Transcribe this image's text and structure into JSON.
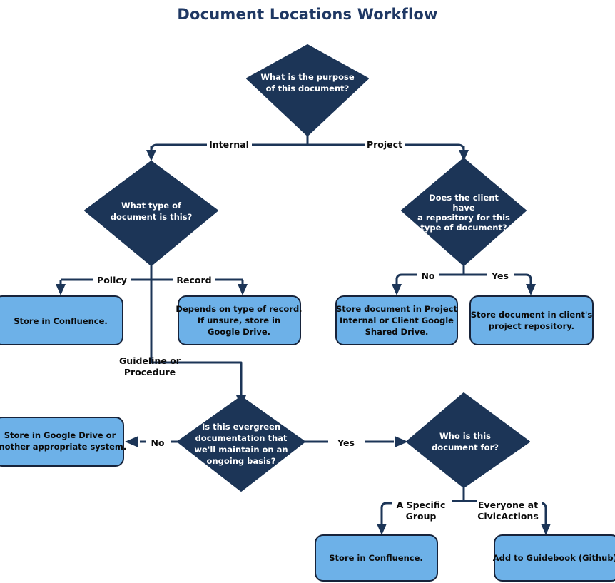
{
  "title": "Document Locations Workflow",
  "colors": {
    "decision_fill": "#1c3557",
    "decision_text": "#ffffff",
    "process_fill": "#6db1e8",
    "process_border": "#17233a",
    "process_text": "#0b0b0b",
    "edge": "#1c3557",
    "title_text": "#1f3864",
    "background": "#ffffff"
  },
  "nodes": {
    "purpose": {
      "type": "decision",
      "lines": [
        "What is the purpose",
        "of this document?"
      ]
    },
    "doc_type": {
      "type": "decision",
      "lines": [
        "What type of",
        "document is this?"
      ]
    },
    "client_repo": {
      "type": "decision",
      "lines": [
        "Does the client",
        "have",
        "a repository for this",
        "type of document?"
      ]
    },
    "store_confluence_policy": {
      "type": "process",
      "lines": [
        "Store in Confluence."
      ]
    },
    "depends_record": {
      "type": "process",
      "lines": [
        "Depends on type of record.",
        "If unsure, store in",
        "Google Drive."
      ]
    },
    "project_internal_drive": {
      "type": "process",
      "lines": [
        "Store document in Project",
        "Internal or Client Google",
        "Shared Drive."
      ]
    },
    "client_project_repo": {
      "type": "process",
      "lines": [
        "Store document in client's",
        "project repository."
      ]
    },
    "evergreen": {
      "type": "decision",
      "lines": [
        "Is this evergreen",
        "documentation that",
        "we'll maintain on an",
        "ongoing basis?"
      ]
    },
    "store_gdrive_other": {
      "type": "process",
      "lines": [
        "Store in Google Drive or",
        "another appropriate system."
      ]
    },
    "audience": {
      "type": "decision",
      "lines": [
        "Who is this",
        "document for?"
      ]
    },
    "store_confluence_group": {
      "type": "process",
      "lines": [
        "Store in Confluence."
      ]
    },
    "add_guidebook": {
      "type": "process",
      "lines": [
        "Add to Guidebook (Github)."
      ]
    }
  },
  "edge_labels": {
    "internal": "Internal",
    "project": "Project",
    "policy": "Policy",
    "record": "Record",
    "guideline_procedure_line1": "Guideline or",
    "guideline_procedure_line2": "Procedure",
    "client_no": "No",
    "client_yes": "Yes",
    "evergreen_no": "No",
    "evergreen_yes": "Yes",
    "specific_group_line1": "A Specific",
    "specific_group_line2": "Group",
    "everyone_line1": "Everyone at",
    "everyone_line2": "CivicActions"
  },
  "chart_data": {
    "type": "diagram",
    "subtype": "flowchart",
    "title": "Document Locations Workflow",
    "orientation": "top-down",
    "node_list": [
      {
        "id": "purpose",
        "shape": "diamond",
        "text": "What is the purpose of this document?"
      },
      {
        "id": "doc_type",
        "shape": "diamond",
        "text": "What type of document is this?"
      },
      {
        "id": "client_repo",
        "shape": "diamond",
        "text": "Does the client have a repository for this type of document?"
      },
      {
        "id": "store_confluence_policy",
        "shape": "rounded-rect",
        "text": "Store in Confluence."
      },
      {
        "id": "depends_record",
        "shape": "rounded-rect",
        "text": "Depends on type of record. If unsure, store in Google Drive."
      },
      {
        "id": "project_internal_drive",
        "shape": "rounded-rect",
        "text": "Store document in Project Internal or Client Google Shared Drive."
      },
      {
        "id": "client_project_repo",
        "shape": "rounded-rect",
        "text": "Store document in client's project repository."
      },
      {
        "id": "evergreen",
        "shape": "diamond",
        "text": "Is this evergreen documentation that we'll maintain on an ongoing basis?"
      },
      {
        "id": "store_gdrive_other",
        "shape": "rounded-rect",
        "text": "Store in Google Drive or another appropriate system."
      },
      {
        "id": "audience",
        "shape": "diamond",
        "text": "Who is this document for?"
      },
      {
        "id": "store_confluence_group",
        "shape": "rounded-rect",
        "text": "Store in Confluence."
      },
      {
        "id": "add_guidebook",
        "shape": "rounded-rect",
        "text": "Add to Guidebook (Github)."
      }
    ],
    "edge_list": [
      {
        "from": "purpose",
        "to": "doc_type",
        "label": "Internal"
      },
      {
        "from": "purpose",
        "to": "client_repo",
        "label": "Project"
      },
      {
        "from": "doc_type",
        "to": "store_confluence_policy",
        "label": "Policy"
      },
      {
        "from": "doc_type",
        "to": "depends_record",
        "label": "Record"
      },
      {
        "from": "doc_type",
        "to": "evergreen",
        "label": "Guideline or Procedure"
      },
      {
        "from": "client_repo",
        "to": "project_internal_drive",
        "label": "No"
      },
      {
        "from": "client_repo",
        "to": "client_project_repo",
        "label": "Yes"
      },
      {
        "from": "evergreen",
        "to": "store_gdrive_other",
        "label": "No"
      },
      {
        "from": "evergreen",
        "to": "audience",
        "label": "Yes"
      },
      {
        "from": "audience",
        "to": "store_confluence_group",
        "label": "A Specific Group"
      },
      {
        "from": "audience",
        "to": "add_guidebook",
        "label": "Everyone at CivicActions"
      }
    ]
  }
}
